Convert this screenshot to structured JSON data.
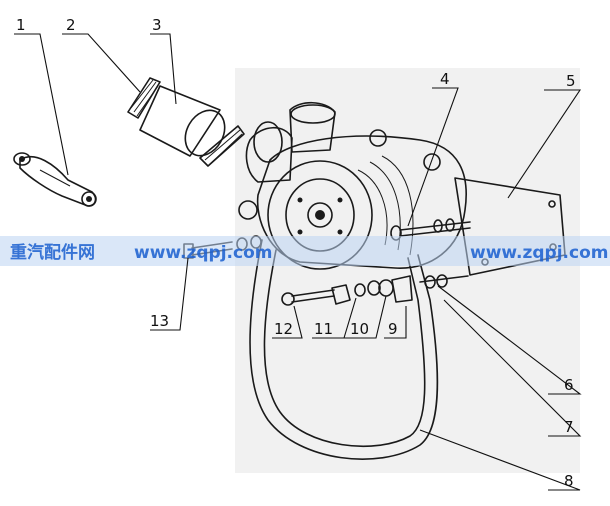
{
  "watermark": {
    "left_text": "重汽配件网",
    "right_text": "www.zqpj.com",
    "right_text_2": "www.zqpj.com",
    "color": "#1a5fd0",
    "band_color": "#bcd3f2"
  },
  "callouts": {
    "c1": "1",
    "c2": "2",
    "c3": "3",
    "c4": "4",
    "c5": "5",
    "c6": "6",
    "c7": "7",
    "c8": "8",
    "c9": "9",
    "c10": "10",
    "c11": "11",
    "c12": "12",
    "c13": "13"
  }
}
